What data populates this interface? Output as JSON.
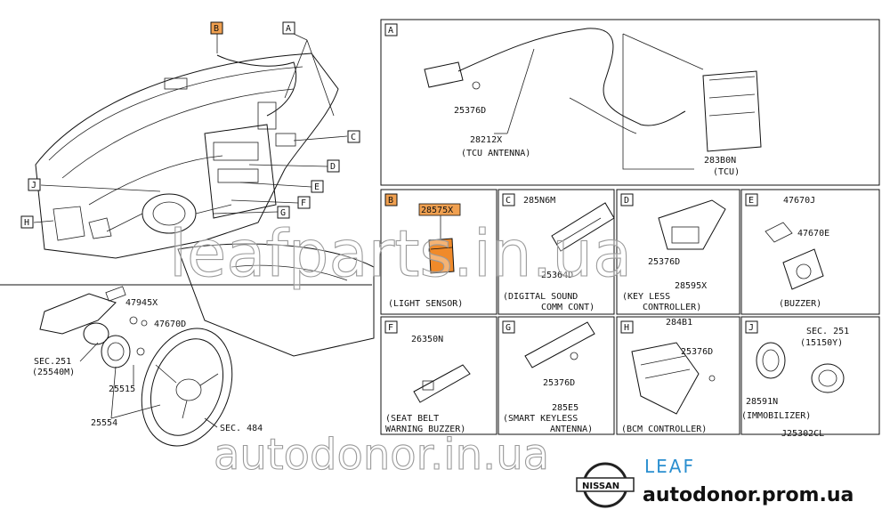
{
  "panel_letters": {
    "A": "A",
    "B": "B",
    "C": "C",
    "D": "D",
    "E": "E",
    "F": "F",
    "G": "G",
    "H": "H",
    "J": "J"
  },
  "overview": {
    "sec251": "SEC.251",
    "sec251_part": "(25540M)",
    "p47945x": "47945X",
    "p47670d": "47670D",
    "p25515": "25515",
    "p25554": "25554",
    "sec484": "SEC. 484"
  },
  "panelA": {
    "p25376d": "25376D",
    "p28212x": "28212X",
    "caption": "(TCU ANTENNA)",
    "p283b0n": "283B0N",
    "caption2": "(TCU)"
  },
  "panelB": {
    "part": "28575X",
    "caption": "(LIGHT SENSOR)"
  },
  "panelC": {
    "part": "285N6M",
    "p25364d": "25364D",
    "caption1": "(DIGITAL SOUND",
    "caption2": "COMM CONT)"
  },
  "panelD": {
    "p25376d": "25376D",
    "p28595x": "28595X",
    "caption1": "(KEY LESS",
    "caption2": "CONTROLLER)"
  },
  "panelE": {
    "p47670j": "47670J",
    "p47670e": "47670E",
    "caption": "(BUZZER)"
  },
  "panelF": {
    "part": "26350N",
    "caption1": "(SEAT BELT",
    "caption2": "WARNING BUZZER)"
  },
  "panelG": {
    "p25376d": "25376D",
    "p285e5": "285E5",
    "caption1": "(SMART KEYLESS",
    "caption2": "ANTENNA)"
  },
  "panelH": {
    "p284b1": "284B1",
    "p25376d": "25376D",
    "caption": "(BCM CONTROLLER)"
  },
  "panelJ": {
    "sec251": "SEC. 251",
    "p15150y": "(15150Y)",
    "p28591n": "28591N",
    "caption": "(IMMOBILIZER)"
  },
  "diagram_code": "J25302CL",
  "watermarks": {
    "top": "leafparts.in.ua",
    "bottom": "autodonor.in.ua"
  },
  "branding": {
    "nissan": "NISSAN",
    "leaf": "LEAF",
    "site": "autodonor.prom.ua"
  },
  "colors": {
    "highlight": "#f0a050",
    "sensor": "#f08a2a",
    "leaf_blue": "#2b8fd0"
  }
}
